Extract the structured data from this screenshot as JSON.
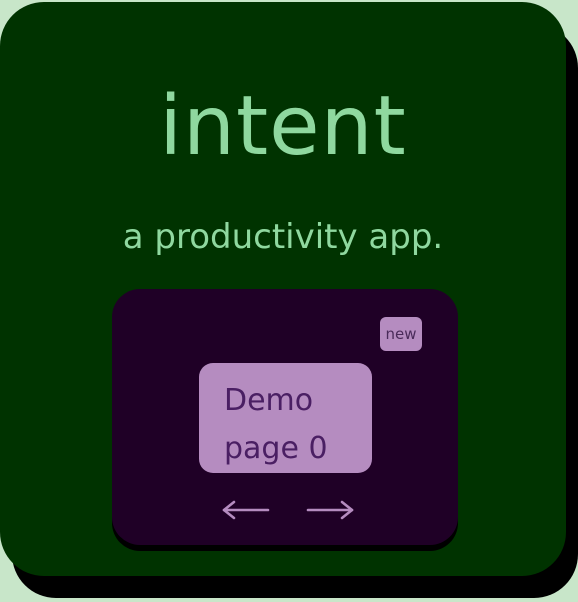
{
  "app": {
    "title": "intent",
    "subtitle": "a productivity app."
  },
  "demo": {
    "new_label": "new",
    "page_line1": "Demo",
    "page_line2": "page 0",
    "prev_icon": "arrow-left-icon",
    "next_icon": "arrow-right-icon"
  },
  "colors": {
    "background": "#c8e6c9",
    "shell": "#003300",
    "accent_green": "#8fd89f",
    "panel": "#1f0026",
    "card": "#b58cc0",
    "card_text": "#4a1f63"
  }
}
